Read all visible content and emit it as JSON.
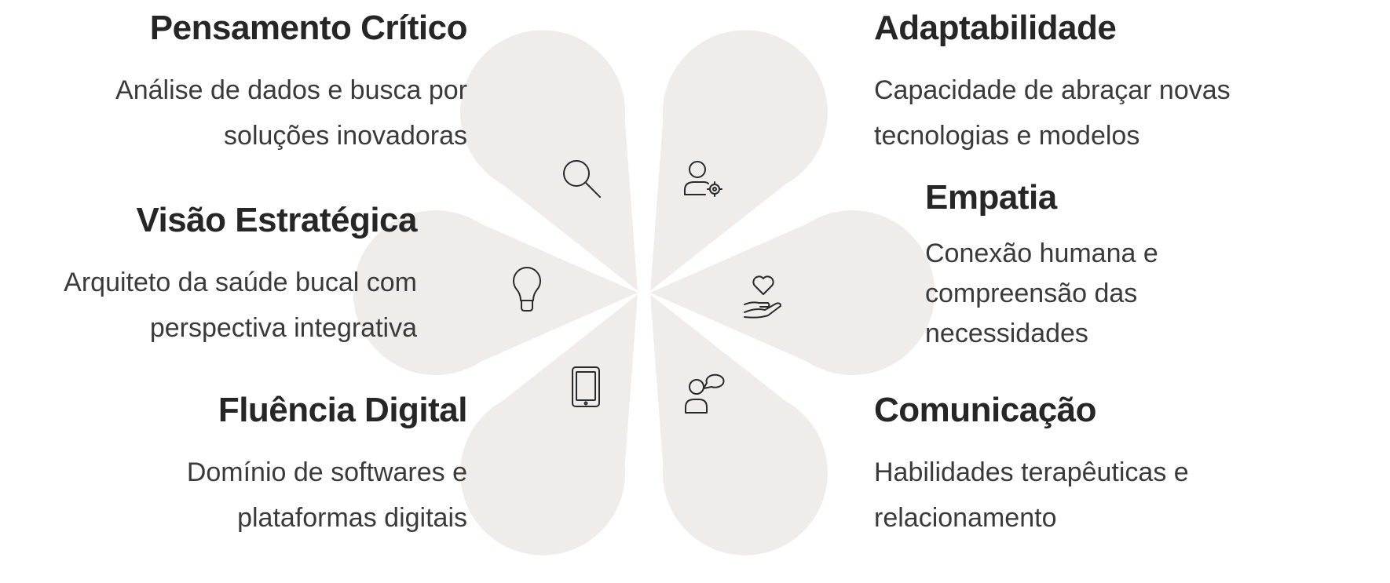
{
  "colors": {
    "petal": "#efecea",
    "heading": "#262626",
    "body_text": "#3a3a3a",
    "icon_stroke": "#2a2a2a"
  },
  "items": [
    {
      "id": "pensamento-critico",
      "icon": "magnifier-icon",
      "title": "Pensamento Crítico",
      "lines": [
        "Análise de dados e busca por",
        "soluções inovadoras"
      ]
    },
    {
      "id": "adaptabilidade",
      "icon": "user-gear-icon",
      "title": "Adaptabilidade",
      "lines": [
        "Capacidade de abraçar novas",
        "tecnologias e modelos"
      ]
    },
    {
      "id": "visao-estrategica",
      "icon": "lightbulb-icon",
      "title": "Visão Estratégica",
      "lines": [
        "Arquiteto da saúde bucal com",
        "perspectiva integrativa"
      ]
    },
    {
      "id": "empatia",
      "icon": "heart-hand-icon",
      "title": "Empatia",
      "lines": [
        "Conexão humana e",
        "compreensão das",
        "necessidades"
      ]
    },
    {
      "id": "fluencia-digital",
      "icon": "tablet-icon",
      "title": "Fluência Digital",
      "lines": [
        "Domínio de softwares e",
        "plataformas digitais"
      ]
    },
    {
      "id": "comunicacao",
      "icon": "user-speech-icon",
      "title": "Comunicação",
      "lines": [
        "Habilidades terapêuticas e",
        "relacionamento"
      ]
    }
  ]
}
